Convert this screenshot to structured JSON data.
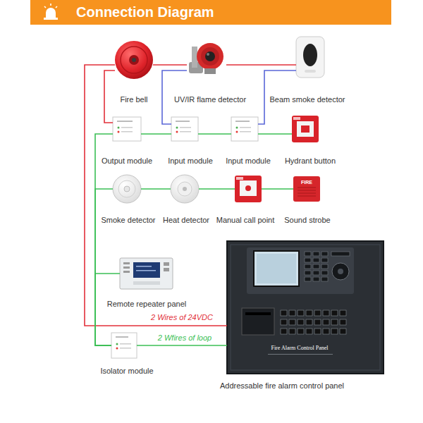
{
  "diagram": {
    "title": "Connection Diagram",
    "nodes": [
      {
        "text": [
          "Fire bell"
        ]
      },
      {
        "text": [
          "UV/IR flame detector"
        ]
      },
      {
        "text": [
          "Beam smoke detector"
        ]
      },
      {
        "text": [
          "Output module"
        ]
      },
      {
        "text": [
          "Input module"
        ]
      },
      {
        "text": [
          "Input module"
        ]
      },
      {
        "text": [
          "Hydrant button"
        ]
      },
      {
        "text": [
          "Smoke detector"
        ]
      },
      {
        "text": [
          "Heat detector"
        ]
      },
      {
        "text": [
          "Manual call point"
        ]
      },
      {
        "text": [
          "FIRE",
          "Sound strobe"
        ]
      },
      {
        "text": [
          "Remote repeater panel"
        ]
      },
      {
        "text": [
          "Isolator module"
        ]
      },
      {
        "text": [
          "Fire Alarm Control Panel",
          "Addressable fire alarm control panel"
        ]
      }
    ],
    "edges": [
      {
        "from": 13,
        "to": 0,
        "arrow": "none",
        "label": "2 Wires of 24VDC"
      },
      {
        "from": 0,
        "to": 1,
        "arrow": "none"
      },
      {
        "from": 1,
        "to": 2,
        "arrow": "none"
      },
      {
        "from": 0,
        "to": 3,
        "arrow": "none"
      },
      {
        "from": 1,
        "to": 4,
        "arrow": "none"
      },
      {
        "from": 2,
        "to": 5,
        "arrow": "none"
      },
      {
        "from": 13,
        "to": 12,
        "arrow": "none",
        "label": "2 Wfires of loop"
      },
      {
        "from": 12,
        "to": 3,
        "arrow": "none"
      },
      {
        "from": 3,
        "to": 4,
        "arrow": "none"
      },
      {
        "from": 4,
        "to": 5,
        "arrow": "none"
      },
      {
        "from": 5,
        "to": 6,
        "arrow": "none"
      },
      {
        "from": 12,
        "to": 7,
        "arrow": "none"
      },
      {
        "from": 7,
        "to": 8,
        "arrow": "none"
      },
      {
        "from": 8,
        "to": 9,
        "arrow": "none"
      },
      {
        "from": 9,
        "to": 10,
        "arrow": "none"
      },
      {
        "from": 12,
        "to": 11,
        "arrow": "none"
      }
    ]
  }
}
